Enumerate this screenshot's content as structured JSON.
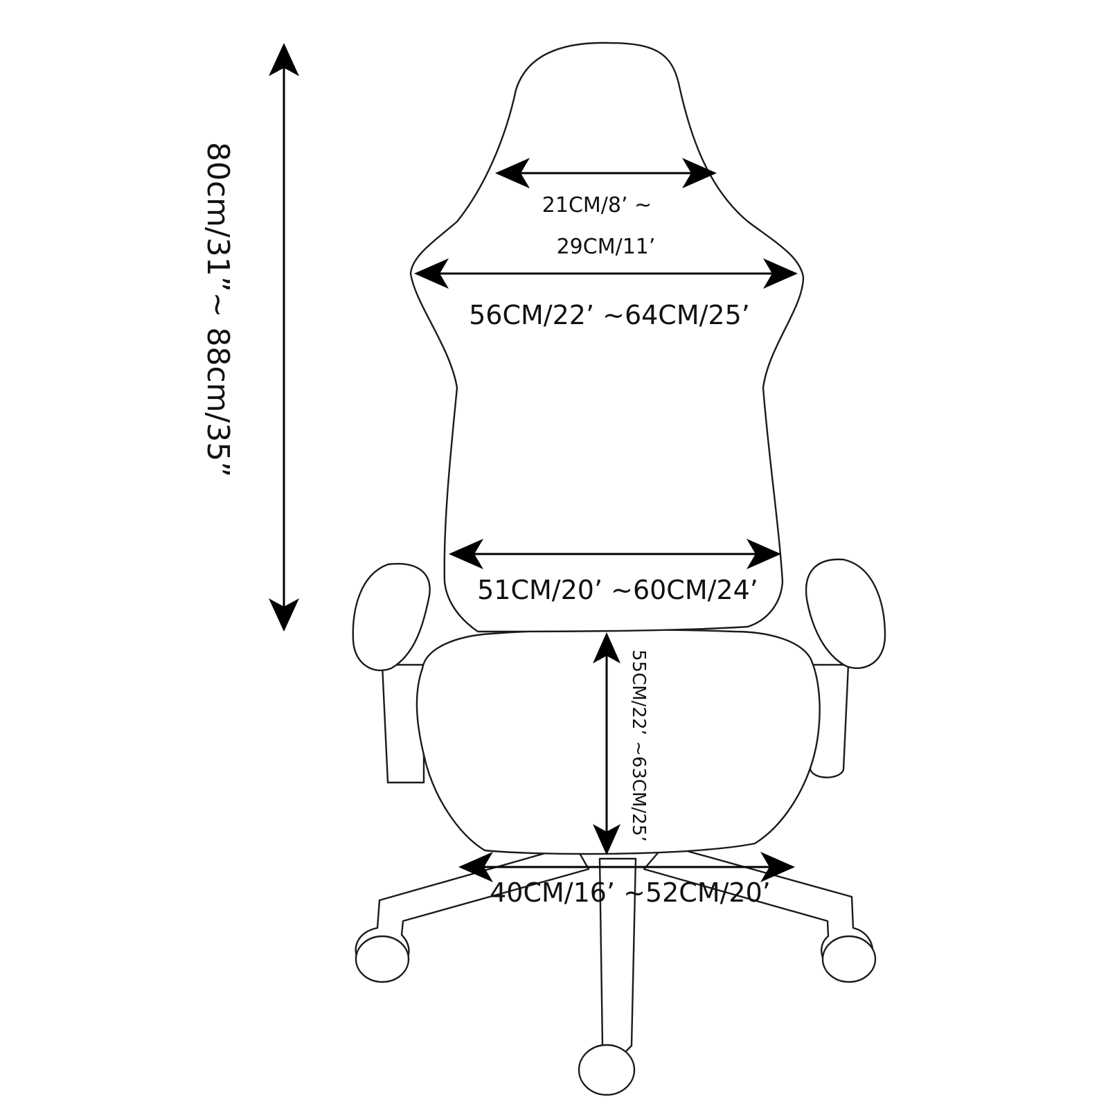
{
  "diagram": {
    "subject": "chair",
    "measurements": {
      "overall_height": "80cm/31”∼ 88cm/35”",
      "headrest_width_line1": "21CM/8’  ~",
      "headrest_width_line2": "29CM/11’",
      "shoulder_width": "56CM/22’  ~64CM/25’",
      "backrest_bottom_width": "51CM/20’  ~60CM/24’",
      "seat_depth": "55CM/22’  ~63CM/25’",
      "seat_width": "40CM/16’  ~52CM/20’"
    },
    "colors": {
      "outline": "#1a1a1a",
      "arrows": "#000000",
      "background": "#ffffff"
    }
  }
}
